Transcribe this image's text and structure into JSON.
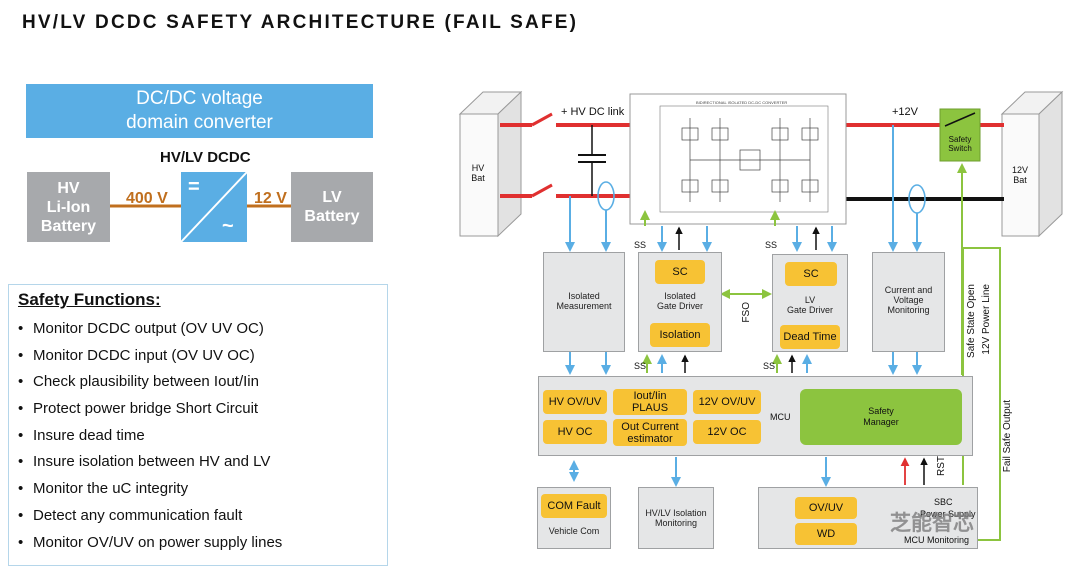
{
  "title": "HV/LV DCDC SAFETY ARCHITECTURE (FAIL SAFE)",
  "domain_banner": {
    "line1": "DC/DC voltage",
    "line2": "domain converter"
  },
  "converter_overview": {
    "label": "HV/LV DCDC",
    "hv_battery": {
      "line1": "HV",
      "line2": "Li-Ion",
      "line3": "Battery"
    },
    "lv_battery": {
      "line1": "LV",
      "line2": "Battery"
    },
    "input_voltage": "400 V",
    "output_voltage": "12 V",
    "symbol_top": "=",
    "symbol_bottom": "~"
  },
  "safety_functions": {
    "title": "Safety Functions:",
    "items": [
      "Monitor DCDC output (OV UV OC)",
      "Monitor DCDC input (OV UV OC)",
      "Check plausibility between Iout/Iin",
      "Protect power bridge Short Circuit",
      "Insure dead time",
      "Insure isolation between HV and LV",
      "Monitor the uC integrity",
      "Detect any communication fault",
      "Monitor OV/UV on power supply lines"
    ]
  },
  "diagram": {
    "hv_bat": {
      "line1": "HV",
      "line2": "Bat"
    },
    "lv_bat": {
      "line1": "12V",
      "line2": "Bat"
    },
    "hv_dc_link": "+ HV DC link",
    "plus_12v": "+12V",
    "safety_switch": {
      "line1": "Safety",
      "line2": "Switch"
    },
    "converter_schematic_title": "BIDIRECTIONAL ISOLATED DC-DC CONVERTER",
    "isolated_measurement": {
      "line1": "Isolated",
      "line2": "Measurement"
    },
    "isolated_gate_driver": {
      "line1": "Isolated",
      "line2": "Gate Driver",
      "sc": "SC",
      "isolation": "Isolation"
    },
    "lv_gate_driver": {
      "line1": "LV",
      "line2": "Gate Driver",
      "sc": "SC",
      "dead_time": "Dead Time"
    },
    "current_voltage_monitoring": {
      "line1": "Current and",
      "line2": "Voltage",
      "line3": "Monitoring"
    },
    "ss_labels": [
      "SS",
      "SS",
      "SS",
      "SS"
    ],
    "fso": "FSO",
    "mcu": {
      "label": "MCU",
      "hv_ovuv": "HV OV/UV",
      "hv_oc": "HV OC",
      "iout_iin": {
        "line1": "Iout/Iin",
        "line2": "PLAUS"
      },
      "out_current": {
        "line1": "Out Current",
        "line2": "estimator"
      },
      "v12_ovuv": "12V OV/UV",
      "v12_oc": "12V OC",
      "safety_manager": {
        "line1": "Safety",
        "line2": "Manager"
      }
    },
    "vehicle_com": {
      "fault": "COM Fault",
      "label": "Vehicle Com"
    },
    "hvlv_isolation": {
      "line1": "HV/LV Isolation",
      "line2": "Monitoring"
    },
    "sbc": {
      "line1": "SBC",
      "line2": "Power Supply",
      "ovuv": "OV/UV",
      "wd": "WD",
      "mcu_monitoring": "MCU Monitoring"
    },
    "rst": "RST",
    "safe_state_open": "Safe State Open",
    "power_line_12v": "12V Power Line",
    "fail_safe_output": "Fail Safe Output"
  },
  "watermark": "芝能智芯",
  "colors": {
    "banner": "#5aaee4",
    "grey": "#a7a9ac",
    "yellow": "#f7c234",
    "green": "#8cc43f",
    "blue_arrow": "#5aaee4",
    "red_line": "#e03030",
    "orange_line": "#c06f1e"
  }
}
